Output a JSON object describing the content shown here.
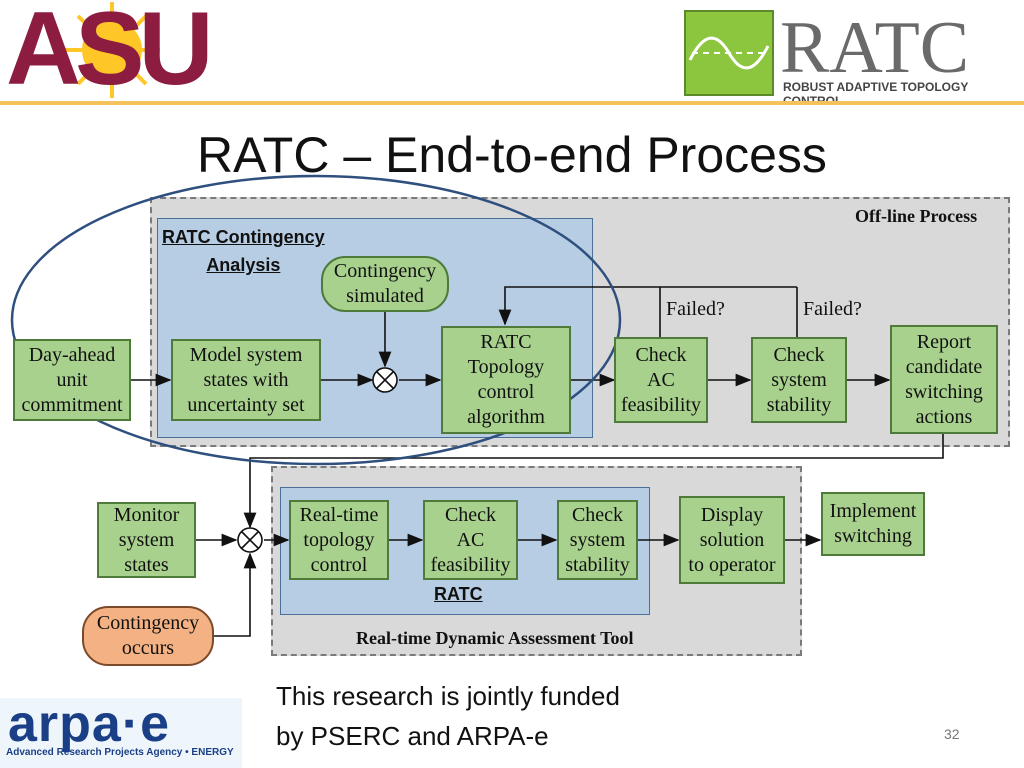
{
  "header": {
    "asu_logo_text": "ASU",
    "ratc_logo_text": "RATC",
    "ratc_tagline": "ROBUST ADAPTIVE TOPOLOGY CONTROL"
  },
  "slide": {
    "title": "RATC – End-to-end Process",
    "funding_note": "This research is jointly funded\nby PSERC and ARPA-e",
    "page_number": "32"
  },
  "footer_logo": {
    "wordmark": "arpa·e",
    "subtitle": "Advanced Research Projects Agency • ENERGY"
  },
  "diagram": {
    "regions": {
      "offline": "Off-line Process",
      "contingency_analysis": "RATC Contingency\nAnalysis",
      "realtime": "Real-time Dynamic Assessment Tool",
      "ratc": "RATC"
    },
    "nodes": {
      "day_ahead": "Day-ahead\nunit\ncommitment",
      "model_states": "Model system\nstates with\nuncertainty set",
      "contingency_simulated": "Contingency\nsimulated",
      "ratc_algorithm": "RATC\nTopology\ncontrol\nalgorithm",
      "check_ac_offline": "Check\nAC\nfeasibility",
      "check_stability_offline": "Check\nsystem\nstability",
      "report_actions": "Report\ncandidate\nswitching\nactions",
      "monitor_states": "Monitor\nsystem\nstates",
      "contingency_occurs": "Contingency\noccurs",
      "realtime_topology": "Real-time\ntopology\ncontrol",
      "check_ac_realtime": "Check\nAC\nfeasibility",
      "check_stability_realtime": "Check\nsystem\nstability",
      "display_solution": "Display\nsolution\nto operator",
      "implement_switching": "Implement\nswitching"
    },
    "edge_labels": {
      "failed_1": "Failed?",
      "failed_2": "Failed?"
    }
  },
  "colors": {
    "asu_maroon": "#8c1d40",
    "asu_gold": "#ffc627",
    "node_green": "#a9d18e",
    "node_orange": "#f4b183",
    "region_gray": "#d9d9d9",
    "region_blue": "#b7cde3",
    "ellipse_blue": "#2f4f7f"
  }
}
